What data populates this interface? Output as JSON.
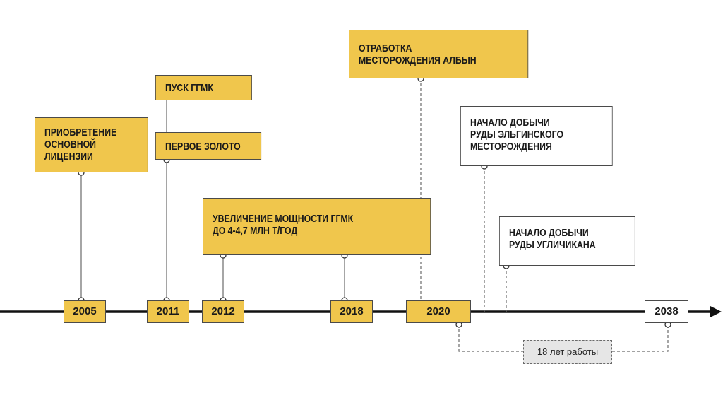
{
  "events": {
    "license": "ПРИОБРЕТЕНИЕ\nОСНОВНОЙ\nЛИЦЕНЗИИ",
    "launch": "ПУСК ГГМК",
    "first_gold": "ПЕРВОЕ ЗОЛОТО",
    "capacity": "УВЕЛИЧЕНИЕ МОЩНОСТИ ГГМК\nДО 4-4,7 МЛН Т/ГОД",
    "albyn": "ОТРАБОТКА\nМЕСТОРОЖДЕНИЯ АЛБЫН",
    "elga": "НАЧАЛО ДОБЫЧИ\nРУДЫ ЭЛЬГИНСКОГО\nМЕСТОРОЖДЕНИЯ",
    "uglichikan": "НАЧАЛО ДОБЫЧИ\nРУДЫ УГЛИЧИКАНА"
  },
  "years": {
    "y2005": "2005",
    "y2011": "2011",
    "y2012": "2012",
    "y2018": "2018",
    "y2020": "2020",
    "y2038": "2038"
  },
  "duration_label": "18 лет работы",
  "colors": {
    "gold": "#f0c64c",
    "border": "#4a4a4a",
    "axis": "#111111",
    "duration_bg": "#e6e6e6"
  }
}
